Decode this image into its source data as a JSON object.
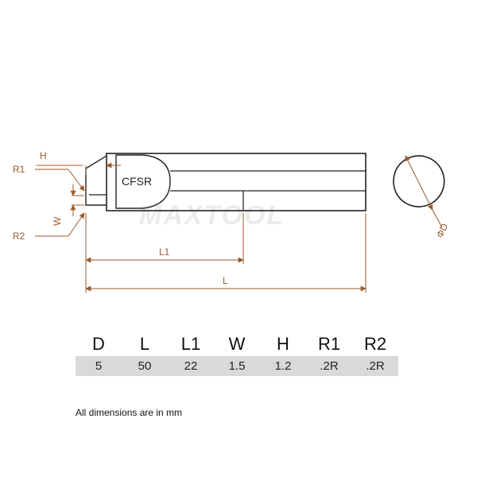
{
  "drawing": {
    "part_label": "CFSR",
    "watermark": "MAXTOOL",
    "dims": {
      "H": "H",
      "R1": "R1",
      "R2": "R2",
      "W": "W",
      "L1": "L1",
      "L": "L",
      "D": "ΦD"
    }
  },
  "table": {
    "headers": [
      "D",
      "L",
      "L1",
      "W",
      "H",
      "R1",
      "R2"
    ],
    "values": [
      "5",
      "50",
      "22",
      "1.5",
      "1.2",
      ".2R",
      ".2R"
    ]
  },
  "note": "All dimensions are in mm",
  "colors": {
    "outline": "#222222",
    "dimension": "#9a5a2a",
    "table_row": "#d9d9d9"
  }
}
